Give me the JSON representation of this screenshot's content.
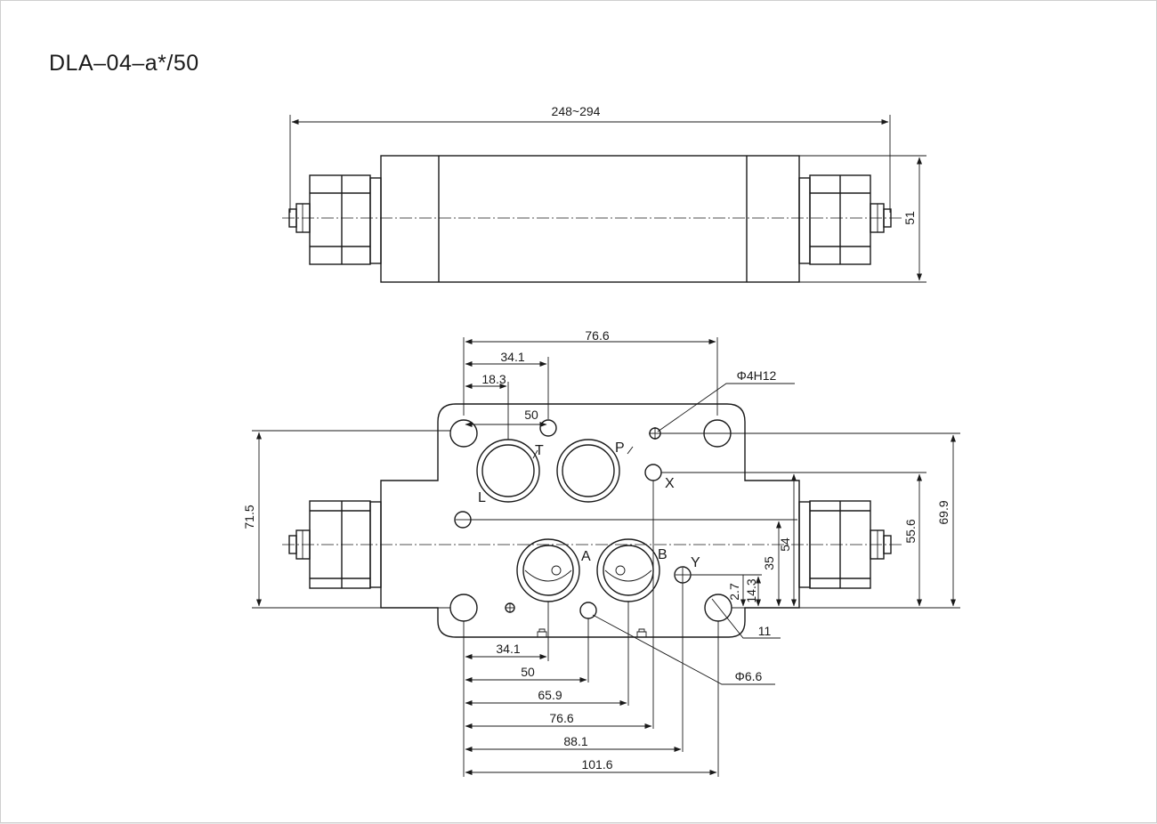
{
  "title": "DLA–04–a*/50",
  "top_view": {
    "length_dim": "248~294",
    "height_dim": "51"
  },
  "front_view": {
    "dims": {
      "d76_6_top": "76.6",
      "d34_1_top": "34.1",
      "d18_3": "18.3",
      "d50_top": "50",
      "hole_spec": "Φ4H12",
      "d71_5": "71.5",
      "d69_9": "69.9",
      "d55_6": "55.6",
      "d54": "54",
      "d35": "35",
      "d14_3": "14.3",
      "d2_7": "2.7",
      "d11": "11",
      "mount_hole_spec": "Φ6.6",
      "b34_1": "34.1",
      "b50": "50",
      "b65_9": "65.9",
      "b76_6": "76.6",
      "b88_1": "88.1",
      "b101_6": "101.6"
    },
    "ports": {
      "T": "T",
      "P": "P",
      "L": "L",
      "X": "X",
      "A": "A",
      "B": "B",
      "Y": "Y"
    }
  }
}
